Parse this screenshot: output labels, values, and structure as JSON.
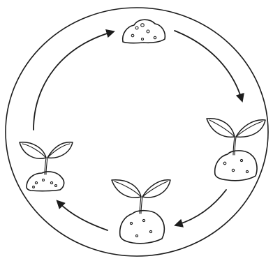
{
  "diagram": {
    "kind": "cycle",
    "stages": [
      {
        "id": "soil-mound",
        "icon": "soil-mound-icon"
      },
      {
        "id": "seedling-right",
        "icon": "seedling-icon"
      },
      {
        "id": "seedling-bottom",
        "icon": "seedling-icon"
      },
      {
        "id": "sprout-left",
        "icon": "sprout-icon"
      }
    ],
    "arrow_direction": "clockwise",
    "colors": {
      "ink": "#1c1c1c",
      "background": "#ffffff"
    }
  }
}
